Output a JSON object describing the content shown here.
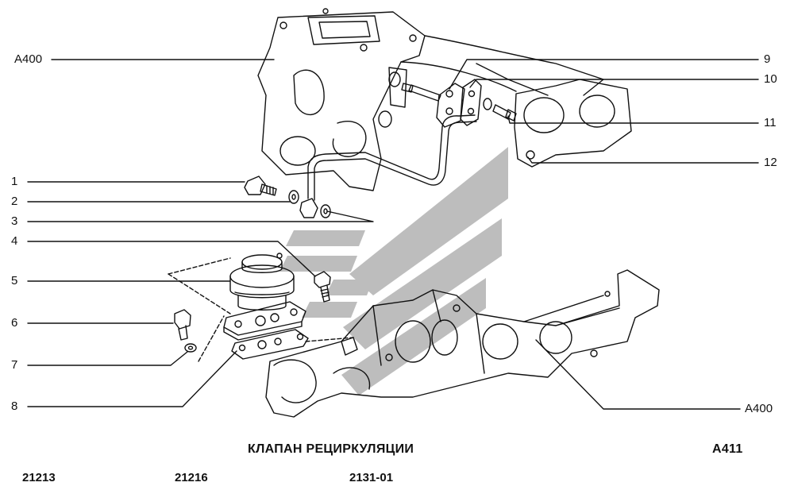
{
  "diagram": {
    "title": "КЛАПАН РЕЦИРКУЛЯЦИИ",
    "sheet_code": "A411",
    "assembly_refs": {
      "top": "A400",
      "bottom": "A400"
    },
    "callouts": [
      "1",
      "2",
      "3",
      "4",
      "5",
      "6",
      "7",
      "8",
      "9",
      "10",
      "11",
      "12"
    ],
    "models": [
      "21213",
      "21216",
      "2131-01"
    ],
    "colors": {
      "line": "#111111",
      "watermark": "#b9b9b9",
      "background": "#ffffff"
    },
    "watermark_icon": "chevron-logo-icon"
  }
}
